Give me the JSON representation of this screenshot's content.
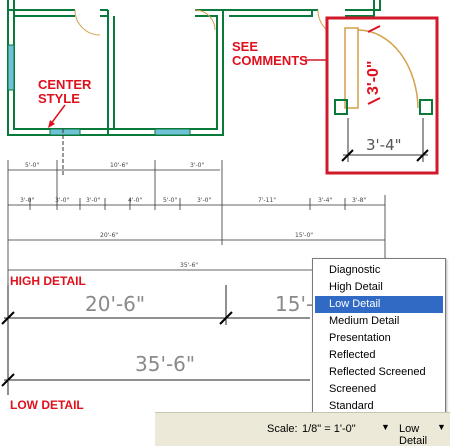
{
  "drawing": {
    "callouts": {
      "center_style": "CENTER\nSTYLE",
      "see_comments": "SEE\nCOMMENTS"
    },
    "detail_labels": {
      "high": "HIGH DETAIL",
      "low": "LOW DETAIL"
    },
    "inset": {
      "vertical_dim": "3'-0\"",
      "horizontal_dim": "3'-4\""
    },
    "small_dims": {
      "row1": [
        "5'-0\"",
        "10'-6\"",
        "3'-0\""
      ],
      "row2": [
        "3'-0\"",
        "3'-0\"",
        "3'-0\"",
        "4'-0\"",
        "5'-0\"",
        "3'-0\"",
        "7'-11\"",
        "3'-4\"",
        "3'-8\""
      ],
      "row3": [
        "20'-6\"",
        "15'-0\""
      ],
      "row4": [
        "35'-6\""
      ]
    },
    "big_dims": {
      "first": "20'-6\"",
      "second": "15'-",
      "total": "35'-6\""
    }
  },
  "dropdown": {
    "options": [
      "Diagnostic",
      "High Detail",
      "Low Detail",
      "Medium Detail",
      "Presentation",
      "Reflected",
      "Reflected Screened",
      "Screened",
      "Standard"
    ],
    "selected": "Low Detail"
  },
  "status_bar": {
    "scale_label": "Scale:",
    "scale_value": "1/8\" = 1'-0\"",
    "display_value": "Low Detail"
  },
  "colors": {
    "wall": "#0a7a3a",
    "accent_red": "#e0101e",
    "window": "#6fc2d6",
    "door_arc": "#d4a04a",
    "selection": "#316ac5"
  }
}
